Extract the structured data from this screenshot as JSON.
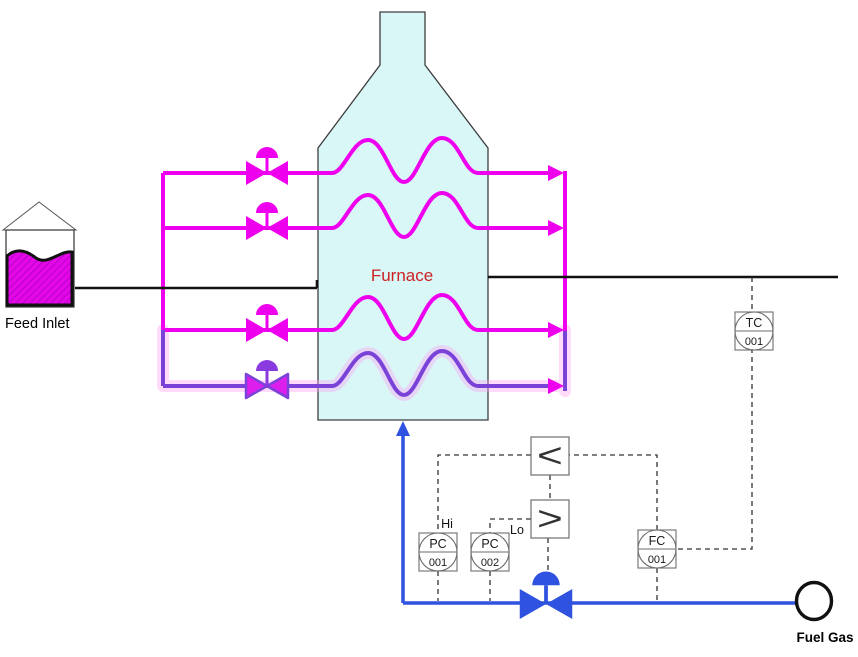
{
  "labels": {
    "furnace": "Furnace",
    "feed_inlet": "Feed Inlet",
    "fuel_gas": "Fuel Gas",
    "hi": "Hi",
    "lo": "Lo"
  },
  "instruments": [
    {
      "tag": "TC",
      "number": "001"
    },
    {
      "tag": "PC",
      "number": "001"
    },
    {
      "tag": "PC",
      "number": "002"
    },
    {
      "tag": "FC",
      "number": "001"
    }
  ],
  "selectors": [
    {
      "symbol": "<"
    },
    {
      "symbol": ">"
    }
  ],
  "colors": {
    "process_magenta": "#ee00ee",
    "highlight_purple": "#7b42d8",
    "fuel_blue": "#2f52e0",
    "furnace_fill": "#d9f7f7",
    "furnace_label_red": "#cc2222"
  }
}
